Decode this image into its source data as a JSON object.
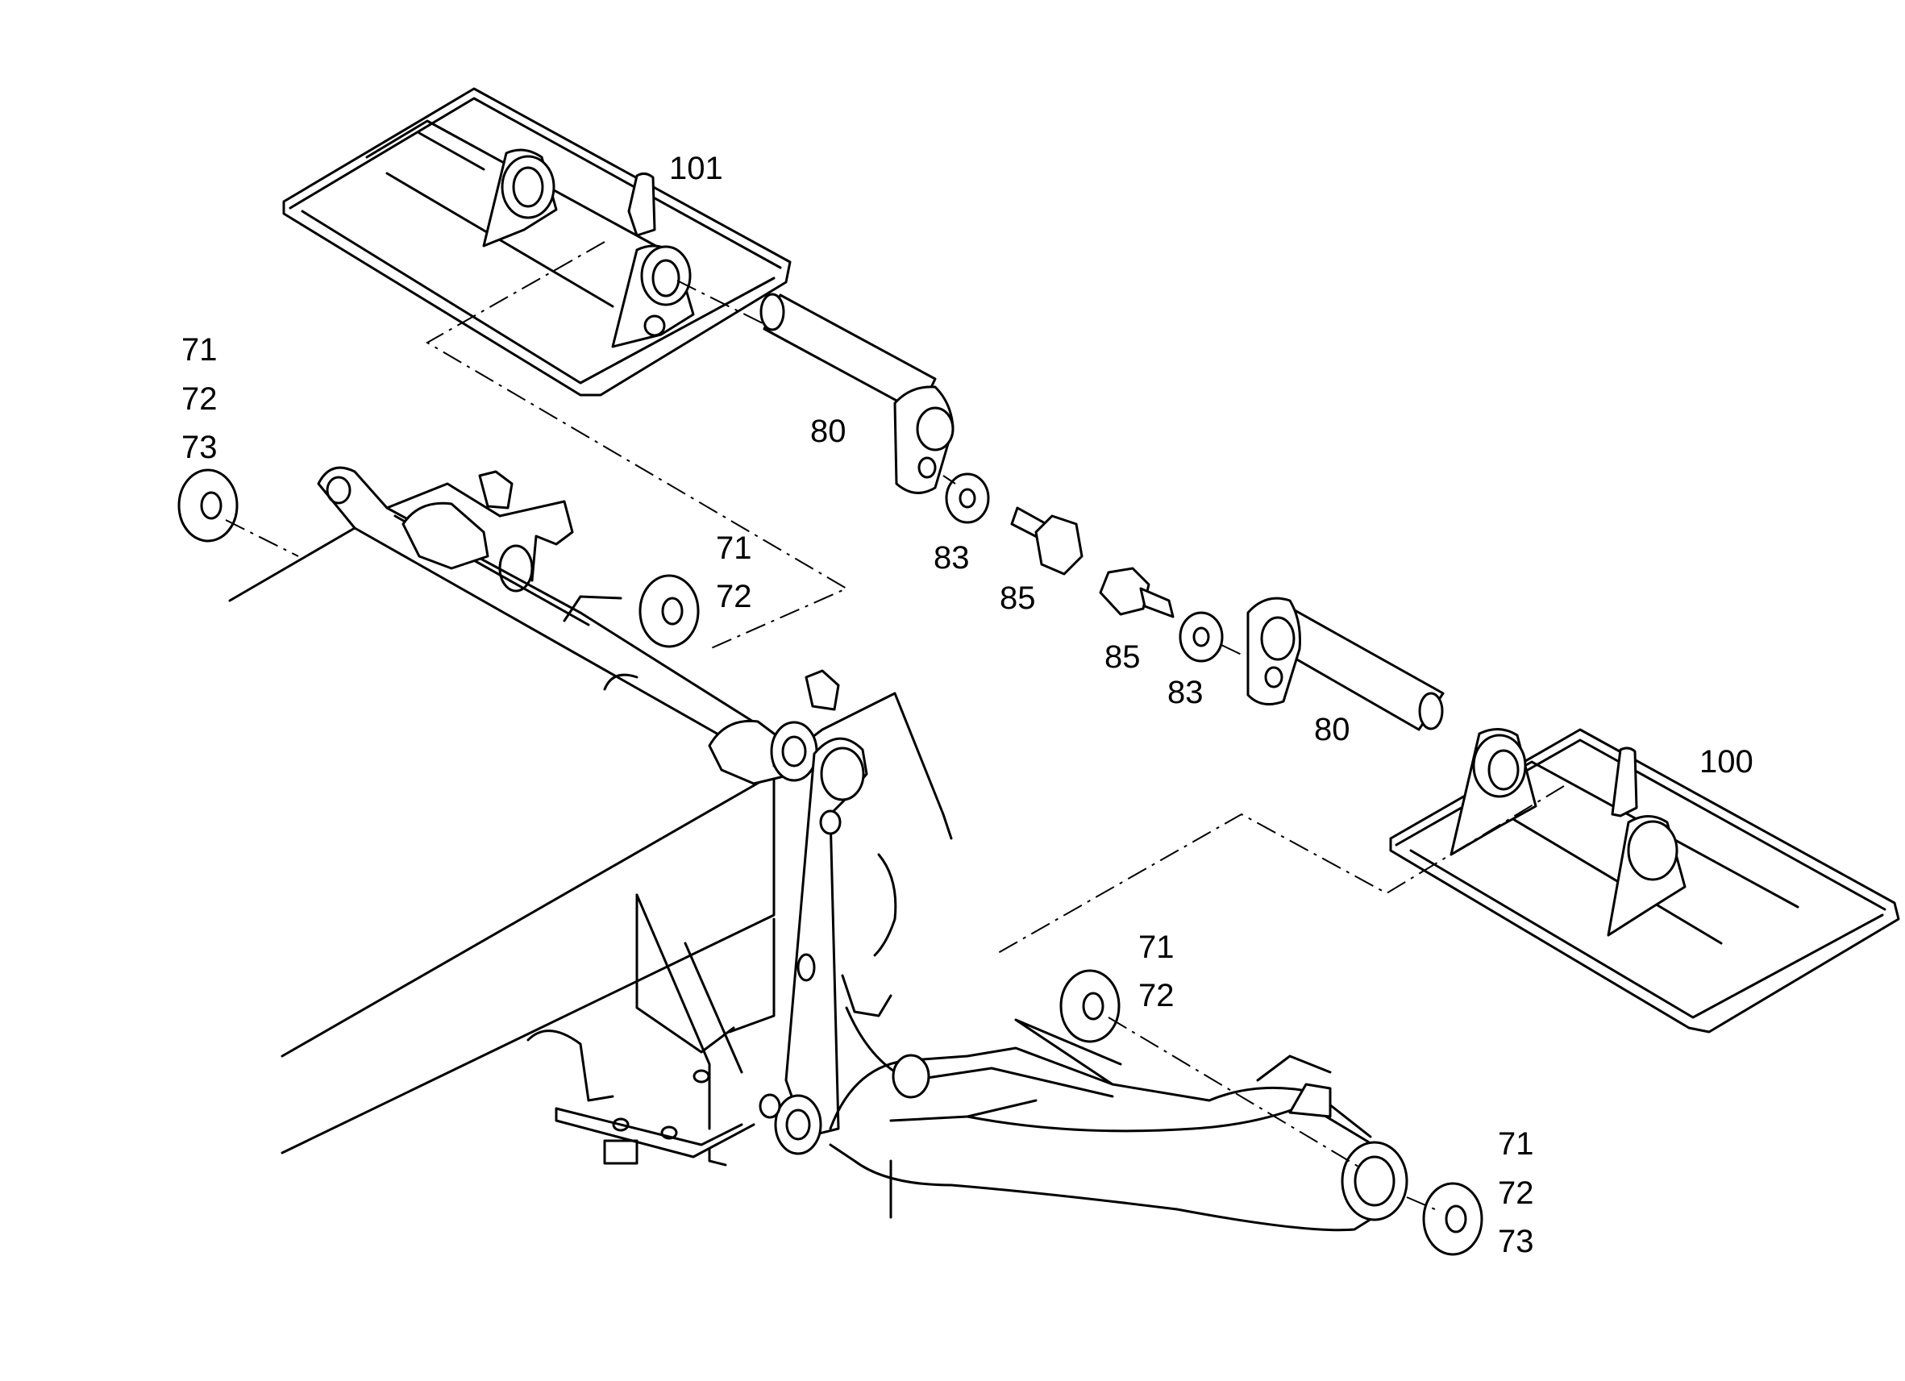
{
  "callouts": {
    "blade_left": "101",
    "blade_right": "100",
    "pin_left": "80",
    "pin_right": "80",
    "washer_83_left": "83",
    "washer_83_right": "83",
    "bolt_85_left": "85",
    "bolt_85_right": "85",
    "shim_left_outer": [
      "71",
      "72",
      "73"
    ],
    "shim_left_inner": [
      "71",
      "72"
    ],
    "shim_right_inner": [
      "71",
      "72"
    ],
    "shim_right_outer": [
      "71",
      "72",
      "73"
    ]
  },
  "colors": {
    "line": "#000000",
    "background": "#ffffff"
  }
}
